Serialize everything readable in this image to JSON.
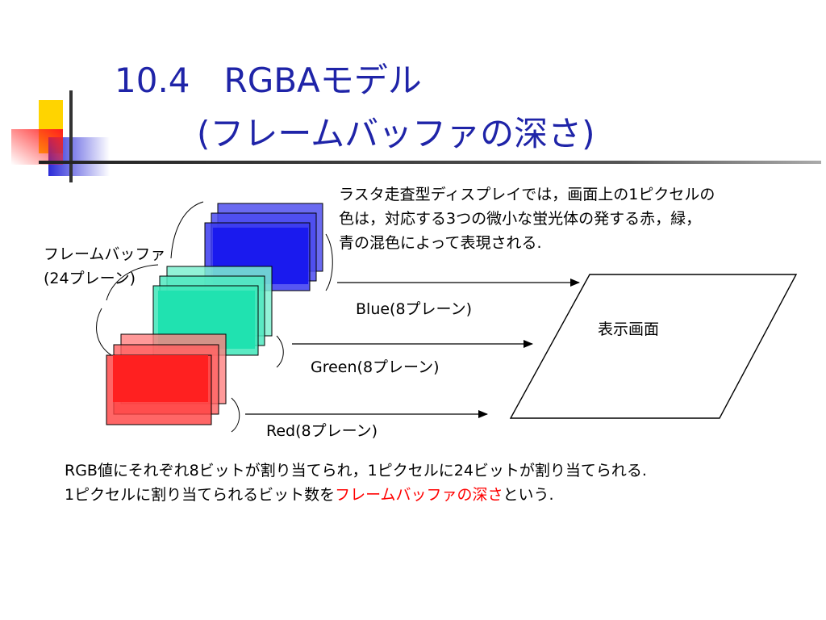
{
  "title": {
    "line1": "10.4　RGBAモデル",
    "line2": "(フレームバッファの深さ)"
  },
  "frame_buffer_label": {
    "line1": "フレームバッファ",
    "line2": "(24プレーン)"
  },
  "description": {
    "line1": "ラスタ走査型ディスプレイでは，画面上の1ピクセルの",
    "line2": "色は，対応する3つの微小な蛍光体の発する赤，緑，",
    "line3": "青の混色によって表現される."
  },
  "planes": {
    "blue": "Blue(8プレーン)",
    "green": "Green(8プレーン)",
    "red": "Red(8プレーン)"
  },
  "display_label": "表示画面",
  "bottom_text": {
    "line1": "RGB値にそれぞれ8ビットが割り当てられ，1ピクセルに24ビットが割り当てられる.",
    "line2_prefix": "1ピクセルに割り当てられるビット数を",
    "line2_highlight": "フレームバッファの深さ",
    "line2_suffix": "という."
  },
  "colors": {
    "title": "#1f24a8",
    "blue_plane": "#2020f0",
    "green_plane": "#20e0b0",
    "red_plane": "#ff2020",
    "highlight": "#ff0000"
  }
}
